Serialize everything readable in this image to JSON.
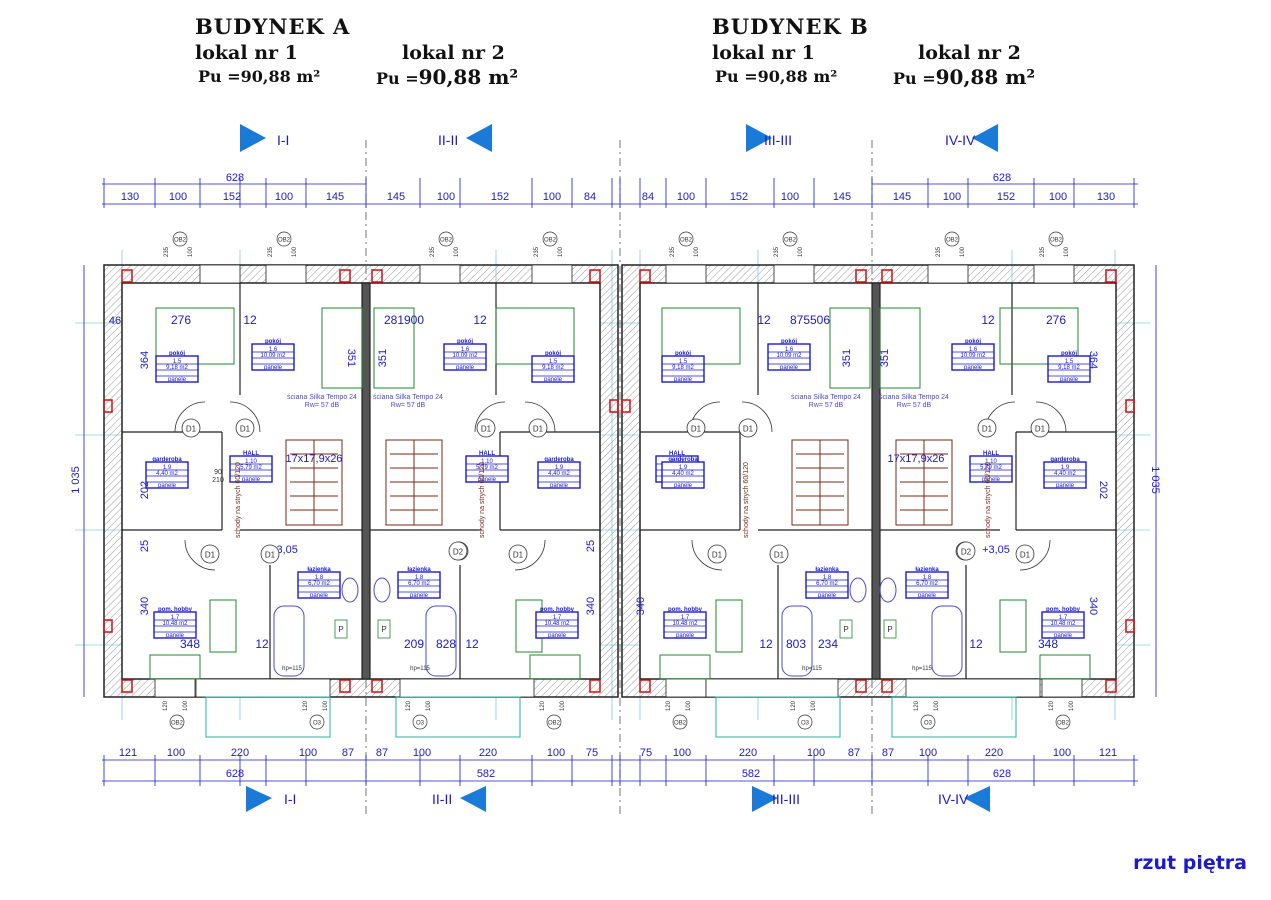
{
  "buildings": [
    {
      "title": "BUDYNEK   A",
      "units": [
        {
          "label": "lokal  nr 1",
          "area_prefix": "Pu =",
          "area": "90,88 m²"
        },
        {
          "label": "lokal nr 2",
          "area_prefix": "Pu =",
          "area": "90,88 m²"
        }
      ]
    },
    {
      "title": "BUDYNEK   B",
      "units": [
        {
          "label": "lokal  nr 1",
          "area_prefix": "Pu =",
          "area": "90,88 m²"
        },
        {
          "label": "lokal nr 2",
          "area_prefix": "Pu =",
          "area": "90,88 m²"
        }
      ]
    }
  ],
  "section_marks": [
    "I-I",
    "II-II",
    "III-III",
    "IV-IV"
  ],
  "dims": {
    "top_totals": [
      "628",
      "628"
    ],
    "top_a": [
      "130",
      "100",
      "152",
      "100",
      "145",
      "145",
      "100",
      "152",
      "100",
      "84"
    ],
    "top_b": [
      "84",
      "100",
      "152",
      "100",
      "145",
      "145",
      "100",
      "152",
      "100",
      "130"
    ],
    "bottom_a": [
      "121",
      "100",
      "220",
      "100",
      "87",
      "87",
      "100",
      "220",
      "100",
      "75"
    ],
    "bottom_b": [
      "75",
      "100",
      "220",
      "100",
      "87",
      "87",
      "100",
      "220",
      "100",
      "121"
    ],
    "bottom_totals": [
      "628",
      "582",
      "582",
      "628"
    ],
    "side": "1 035",
    "inner_a": [
      "276",
      "364",
      "12",
      "351",
      "202",
      "340",
      "348",
      "12",
      "46",
      "25",
      "90",
      "210"
    ],
    "inner_b": [
      "281",
      "900",
      "12",
      "351",
      "209",
      "828",
      "12",
      "340",
      "25"
    ],
    "inner_c": [
      "12",
      "875",
      "506",
      "351",
      "12",
      "803",
      "234",
      "340"
    ],
    "inner_d": [
      "276",
      "364",
      "12",
      "351",
      "202",
      "340",
      "348",
      "12"
    ],
    "stairs": [
      "17x17,9x26",
      "17x17,9x26"
    ],
    "levels": [
      "+3,05",
      "+3,05"
    ]
  },
  "rooms": {
    "pokoj1": {
      "name": "pokój",
      "num": "1.5",
      "area": "9,18 m2",
      "floor": "panele"
    },
    "pokoj2": {
      "name": "pokój",
      "num": "1.6",
      "area": "10,09 m2",
      "floor": "panele"
    },
    "hall": {
      "name": "HALL",
      "num": "1.10",
      "area": "5,79 m2",
      "floor": "panele"
    },
    "garderoba": {
      "name": "garderoba",
      "num": "1.9",
      "area": "4,40 m2",
      "floor": "panele"
    },
    "lazienka": {
      "name": "łazienka",
      "num": "1.8",
      "area": "6,70 m2",
      "floor": "panele"
    },
    "hobby": {
      "name": "pom. hobby",
      "num": "1.7",
      "area": "10,48 m2",
      "floor": "panele"
    }
  },
  "wall_note": [
    "ściana Silka Tempo 24",
    "Rw= 57 dB"
  ],
  "stair_note": [
    "schody na",
    "strych 60/120"
  ],
  "door_tag": "D1",
  "door_tag2": "D2",
  "window_tags": [
    "OB2",
    "O3"
  ],
  "window_dims": [
    "100",
    "235",
    "120",
    "100"
  ],
  "hp": "hp=115",
  "p_mark": "P",
  "caption": "rzut piętra",
  "colors": {
    "dim": "#1a1ad0",
    "wall": "#222222",
    "room": "#1a1ad0",
    "stair": "#7a2a1a",
    "furniture": "#1e8a2e",
    "guide": "#00a0c8",
    "pillar": "#d01010"
  }
}
